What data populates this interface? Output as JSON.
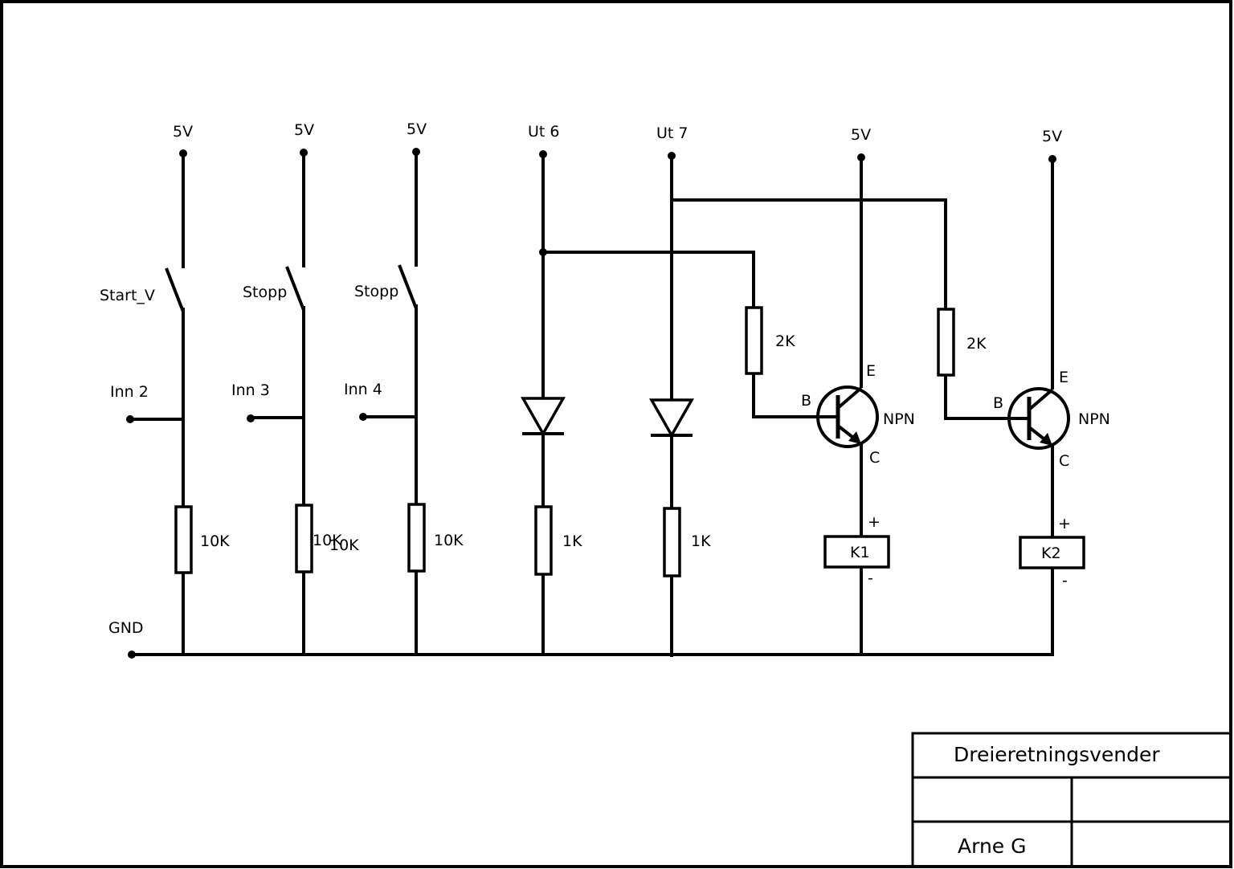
{
  "circuit": {
    "supply_labels": [
      "5V",
      "5V",
      "5V",
      "5V",
      "5V"
    ],
    "output_labels": [
      "Ut 6",
      "Ut 7"
    ],
    "switch_labels": [
      "Start_V",
      "Stopp",
      "Stopp"
    ],
    "input_labels": [
      "Inn 2",
      "Inn 3",
      "Inn 4"
    ],
    "pulldown_labels": [
      "10K",
      "10K",
      "10K",
      "10K"
    ],
    "diode_resistor_labels": [
      "1K",
      "1K"
    ],
    "base_resistor_labels": [
      "2K",
      "2K"
    ],
    "transistor": {
      "type": "NPN",
      "base": "B",
      "emitter": "E",
      "collector": "C"
    },
    "relays": [
      {
        "name": "K1",
        "plus": "+",
        "minus": "-"
      },
      {
        "name": "K2",
        "plus": "+",
        "minus": "-"
      }
    ],
    "ground_label": "GND"
  },
  "title_block": {
    "title": "Dreieretningsvender",
    "author": "Arne G"
  }
}
